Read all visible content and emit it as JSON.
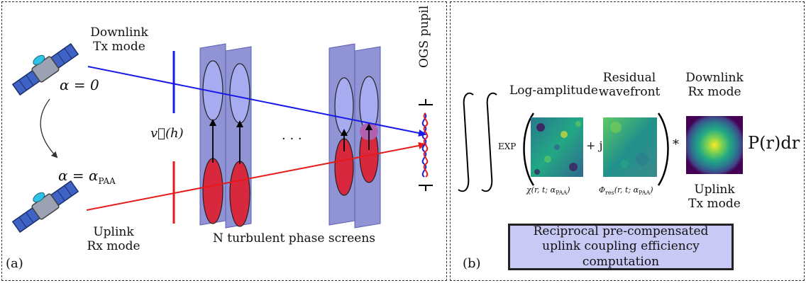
{
  "panel_a": {
    "label": "(a)",
    "downlink_tx": [
      "Downlink",
      "Tx mode"
    ],
    "uplink_rx": [
      "Uplink",
      "Rx mode"
    ],
    "alpha_zero": "α = 0",
    "alpha_paa_prefix": "α = α",
    "alpha_paa_sub": "PAA",
    "velocity": "v⃗(h)",
    "ellipsis": "· · ·",
    "screens_caption": "N turbulent phase screens",
    "ogs_pupil": "OGS pupil",
    "colors": {
      "downlink": "#1a1ae6",
      "uplink": "#e61a1a",
      "screen": "#7c80cc",
      "ellipse_blue": "#a7abf0",
      "ellipse_red": "#d8283d"
    }
  },
  "panel_b": {
    "label": "(b)",
    "log_amplitude": "Log-amplitude",
    "residual": [
      "Residual",
      "wavefront"
    ],
    "downlink_rx": [
      "Downlink",
      "Rx mode"
    ],
    "uplink_tx": [
      "Uplink",
      "Tx mode"
    ],
    "exp": "EXP",
    "plus_j": "+ j",
    "times": "*",
    "pr_dr": "P(r)dr",
    "chi_label": "χ(r, t; α",
    "chi_sub": "PAA",
    "phi_label": "Φ",
    "phi_sub": "res",
    "phi_args": "(r, t; α",
    "phi_args_sub": "PAA",
    "caption": "Reciprocal pre-compensated uplink coupling efficiency computation"
  }
}
